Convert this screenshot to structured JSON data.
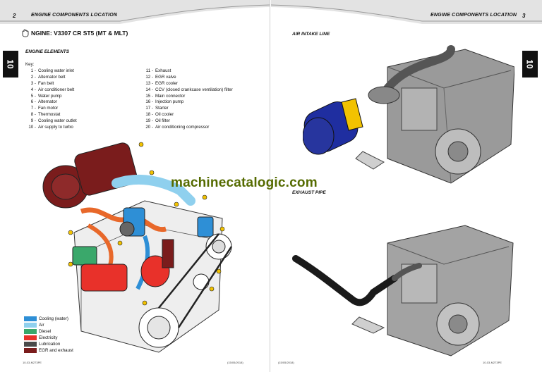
{
  "left_page": {
    "page_number": "2",
    "header_title": "ENGINE COMPONENTS LOCATION",
    "tab_label": "10",
    "engine_title": "NGINE: V3307 CR ST5 (MT & MLT)",
    "section_heading": "ENGINE ELEMENTS",
    "key_label": "Key:",
    "key_left": [
      {
        "num": "1 -",
        "text": "Cooling water inlet"
      },
      {
        "num": "2 -",
        "text": "Alternator belt"
      },
      {
        "num": "3 -",
        "text": "Fan belt"
      },
      {
        "num": "4 -",
        "text": "Air conditioner belt"
      },
      {
        "num": "5 -",
        "text": "Water pump"
      },
      {
        "num": "6 -",
        "text": "Alternator"
      },
      {
        "num": "7 -",
        "text": "Fan motor"
      },
      {
        "num": "8 -",
        "text": "Thermostat"
      },
      {
        "num": "9 -",
        "text": "Cooling water outlet"
      },
      {
        "num": "10 -",
        "text": "Air supply to turbo"
      }
    ],
    "key_right": [
      {
        "num": "11 -",
        "text": "Exhaust"
      },
      {
        "num": "12 -",
        "text": "EGR valve"
      },
      {
        "num": "13 -",
        "text": "EGR cooler"
      },
      {
        "num": "14 -",
        "text": "CCV (closed crankcase ventilation) filter"
      },
      {
        "num": "15 -",
        "text": "Main connector"
      },
      {
        "num": "16 -",
        "text": "Injection pump"
      },
      {
        "num": "17 -",
        "text": "Starter"
      },
      {
        "num": "18 -",
        "text": "Oil cooler"
      },
      {
        "num": "19 -",
        "text": "Oil filter"
      },
      {
        "num": "20 -",
        "text": "Air conditioning compressor"
      }
    ],
    "legend": [
      {
        "label": "Cooling (water)",
        "color": "#2e8fd6"
      },
      {
        "label": "Air",
        "color": "#8fd0ee"
      },
      {
        "label": "Diesel",
        "color": "#3aa86b"
      },
      {
        "label": "Electricity",
        "color": "#e8312a"
      },
      {
        "label": "Lubrication",
        "color": "#4a4a4a"
      },
      {
        "label": "EGR and exhaust",
        "color": "#7a1c1c"
      }
    ],
    "footer_left": "10-03-M273PE",
    "footer_right": "(15/05/2018)"
  },
  "right_page": {
    "page_number": "3",
    "header_title": "ENGINE COMPONENTS LOCATION",
    "tab_label": "10",
    "section_air": "AIR INTAKE LINE",
    "section_exhaust": "EXHAUST PIPE",
    "footer_left": "(15/05/2018)",
    "footer_right": "10-03-M273PE"
  },
  "watermark": "machinecatalogic.com",
  "colors": {
    "header_gray": "#d9d9d9",
    "intake_blue": "#1f2ea0",
    "intake_yellow": "#f2c200",
    "exhaust_black": "#1a1a1a",
    "engine_gray": "#8c8c8c"
  }
}
